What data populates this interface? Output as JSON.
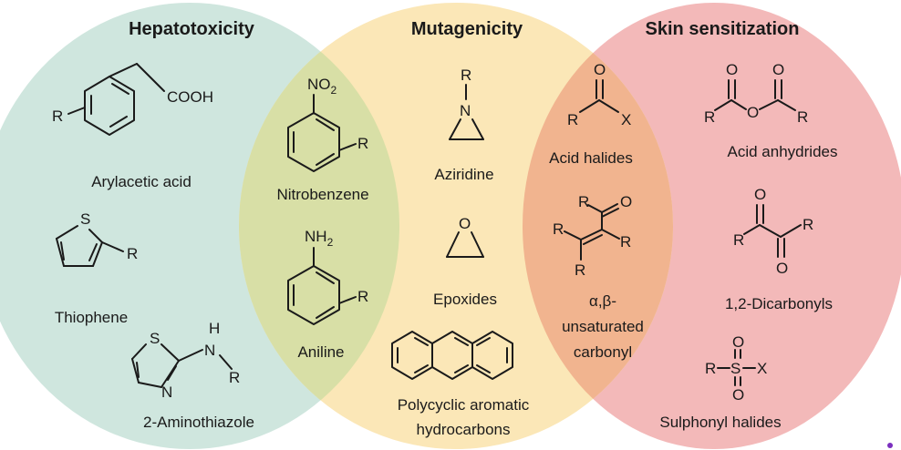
{
  "headings": {
    "hepatotoxicity": "Hepatotoxicity",
    "mutagenicity": "Mutagenicity",
    "skin": "Skin sensitization"
  },
  "labels": {
    "arylacetic": "Arylacetic acid",
    "thiophene": "Thiophene",
    "aminothiazole": "2-Aminothiazole",
    "nitrobenzene": "Nitrobenzene",
    "aniline": "Aniline",
    "aziridine": "Aziridine",
    "epoxides": "Epoxides",
    "pah_line1": "Polycyclic aromatic",
    "pah_line2": "hydrocarbons",
    "acid_halides": "Acid halides",
    "unsat_line1": "α,β-",
    "unsat_line2": "unsaturated",
    "unsat_line3": "carbonyl",
    "anhydrides": "Acid anhydrides",
    "dicarbonyls": "1,2-Dicarbonyls",
    "sulphonyl": "Sulphonyl halides"
  },
  "atoms": {
    "R": "R",
    "X": "X",
    "O": "O",
    "S": "S",
    "N": "N",
    "H": "H",
    "COOH": "COOH",
    "NO": "NO",
    "NH": "NH",
    "two": "2"
  },
  "colors": {
    "hepatotoxicity": "#cfe6de",
    "mutagenicity": "#fbe7b7",
    "skin": "#f3b9b9",
    "overlap_left": "#d8dfa6",
    "overlap_right": "#f1b48f",
    "accent_dot": "#7b2fbf"
  }
}
